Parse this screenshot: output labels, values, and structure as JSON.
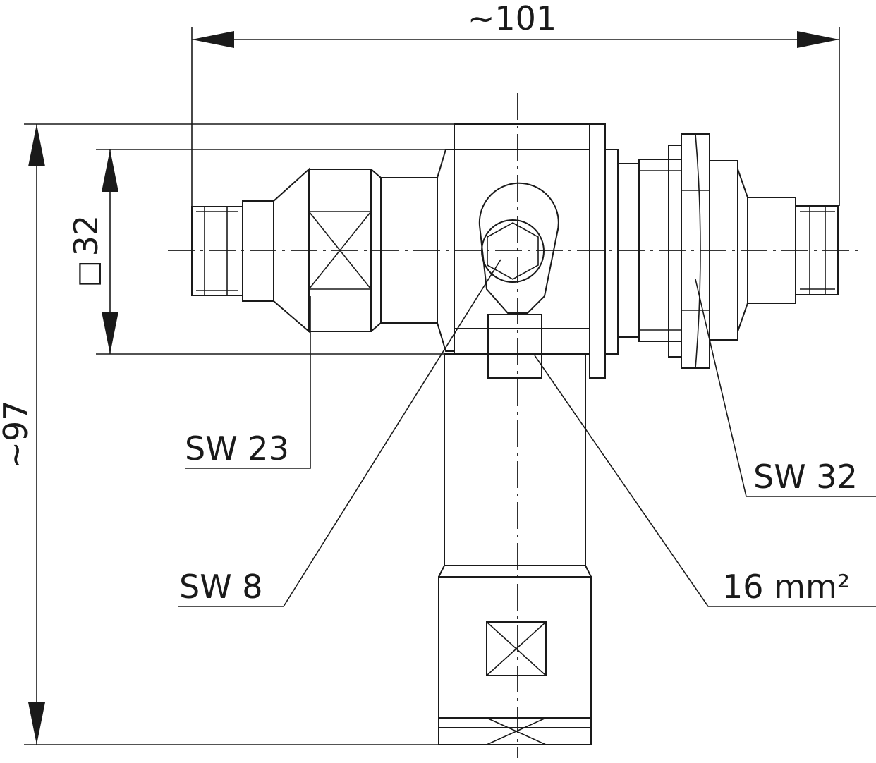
{
  "dimensions": {
    "width_label": "~101",
    "height_label": "~97",
    "square_label": "32",
    "square_symbol": "□"
  },
  "callouts": {
    "sw23": "SW 23",
    "sw8": "SW 8",
    "sw32": "SW 32",
    "cross_section": "16 mm²"
  },
  "colors": {
    "line": "#1a1a1a",
    "background": "#ffffff"
  }
}
